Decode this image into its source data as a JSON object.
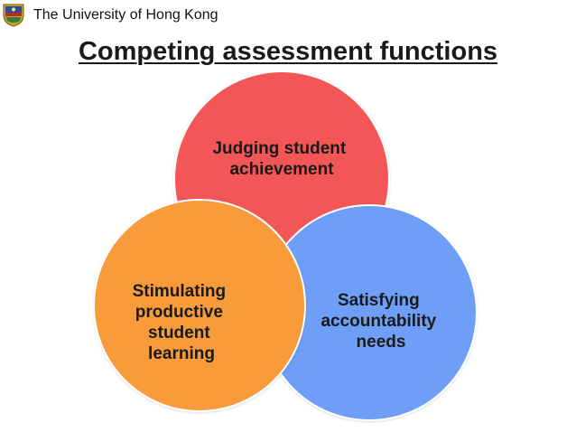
{
  "header": {
    "university_name": "The University of Hong Kong",
    "logo_icon": "university-crest-icon"
  },
  "slide": {
    "title": "Competing assessment functions"
  },
  "diagram": {
    "type": "venn",
    "circles": [
      {
        "id": "judging",
        "lines": [
          "Judging student",
          "achievement"
        ],
        "color": "#f25757"
      },
      {
        "id": "satisfying",
        "lines": [
          "Satisfying",
          "accountability",
          "needs"
        ],
        "color": "#6e9ef5"
      },
      {
        "id": "stimulating",
        "lines": [
          "Stimulating",
          "productive",
          "student",
          "learning"
        ],
        "color": "#f79b3b"
      }
    ]
  }
}
